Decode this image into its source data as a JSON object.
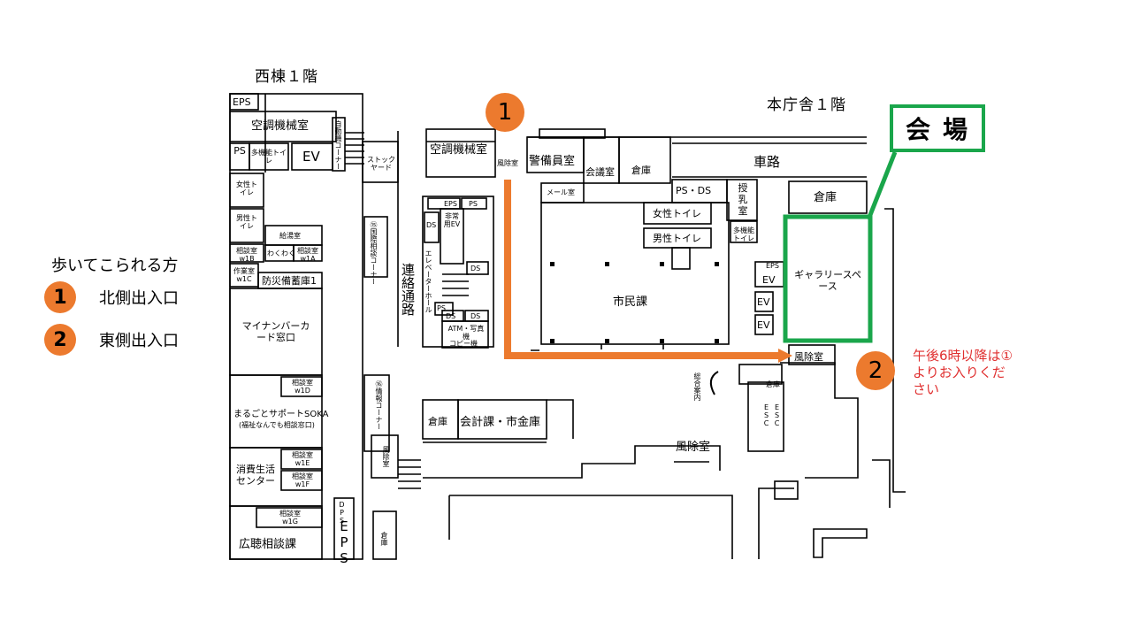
{
  "headings": {
    "west": "西棟１階",
    "main": "本庁舎１階"
  },
  "legend": {
    "title": "歩いてこられる方",
    "items": [
      {
        "num": "1",
        "label": "北側出入口"
      },
      {
        "num": "2",
        "label": "東側出入口"
      }
    ]
  },
  "pins": {
    "north": "1",
    "east": "2"
  },
  "venue": "会場",
  "note": "午後6時以降は①よりお入りください",
  "rooms": {
    "eps_top": "EPS",
    "hvac_west": "空調機械室",
    "auto_corner": "自動機コーナー",
    "ps": "PS",
    "multi_toilet_w": "多機能トイレ",
    "ev_w": "EV",
    "female_toilet_w": "女性トイレ",
    "male_toilet_w": "男性トイレ",
    "kyutou": "給湯室",
    "w1b": "相談室 w1B",
    "w1a": "相談室 w1A",
    "wakuwaku": "わくわく",
    "w1c": "作業室 w1C",
    "bousai": "防災備蓄庫1",
    "mynumber": "マイナンバーカード窓口",
    "w1d": "相談室 w1D",
    "marugoto": "まるごとサポートSOKA",
    "marugoto_sub": "(福祉なんでも相談窓口)",
    "consumer": "消費生活センター",
    "w1e": "相談室 w1E",
    "w1f": "相談室 w1F",
    "w1g": "相談室 w1G",
    "kouchou": "広聴相談課",
    "eps_bottom": "EPS",
    "dps": "DPS",
    "souko_small": "倉庫",
    "stock_yard": "ストックヤード",
    "hvac_main": "空調機械室",
    "kokusai": "⑮国際相談コーナー",
    "renraku": "連絡通路",
    "eps2": "EPS",
    "ps2": "PS",
    "ds": "DS",
    "hijou_ev": "非常用EV",
    "ds2": "DS",
    "ps3": "PS",
    "ds3": "DS",
    "ds4": "DS",
    "atm": "ATM・写真機",
    "copy": "コピー機",
    "elevator_hall": "エレベーターホール",
    "jouhou": "⑯情報コーナー",
    "fuujo_left": "風除室",
    "souko_left": "倉庫",
    "kaikei": "会計課・市金庫",
    "fuujo_north": "風除室",
    "keibi": "警備員室",
    "kaigi": "会議室",
    "souko_top": "倉庫",
    "mail": "メール室",
    "shamin": "市民課",
    "female_toilet": "女性トイレ",
    "male_toilet": "男性トイレ",
    "ps_ds": "PS・DS",
    "junyu": "授乳室",
    "multi_toilet": "多機能トイレ",
    "road": "車路",
    "souko_right": "倉庫",
    "gallery": "ギャラリースペース",
    "ev1": "EV",
    "ev2": "EV",
    "ev3": "EV",
    "eps_r": "EPS",
    "fuujo_east": "風除室",
    "sougou": "総合案内",
    "souko_esc": "倉庫",
    "esc1": "ESC",
    "esc2": "ESC",
    "fuujo_south": "風除室"
  },
  "colors": {
    "orange": "#ec7a2e",
    "green": "#1aa64b",
    "red": "#e03030",
    "wall": "#000000"
  }
}
